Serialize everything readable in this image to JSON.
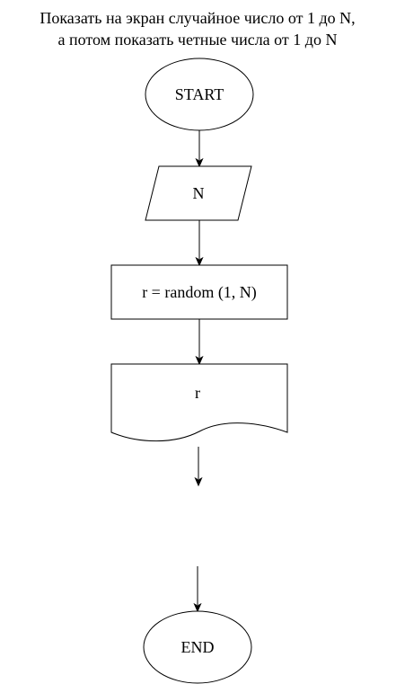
{
  "diagram": {
    "caption": {
      "line1": "Показать на экран случайное число от 1 до N,",
      "line2": "а потом показать четные числа от 1 до N"
    },
    "nodes": {
      "start": {
        "type": "terminator",
        "label": "START"
      },
      "input": {
        "type": "input-output",
        "label": "N"
      },
      "process": {
        "type": "process",
        "label": "r = random (1, N)"
      },
      "output": {
        "type": "document",
        "label": "r"
      },
      "end": {
        "type": "terminator",
        "label": "END"
      }
    },
    "edges": [
      {
        "from": "start",
        "to": "input"
      },
      {
        "from": "input",
        "to": "process"
      },
      {
        "from": "process",
        "to": "output"
      },
      {
        "from": "output",
        "to": "(open)"
      },
      {
        "from": "(open)",
        "to": "end"
      }
    ]
  }
}
